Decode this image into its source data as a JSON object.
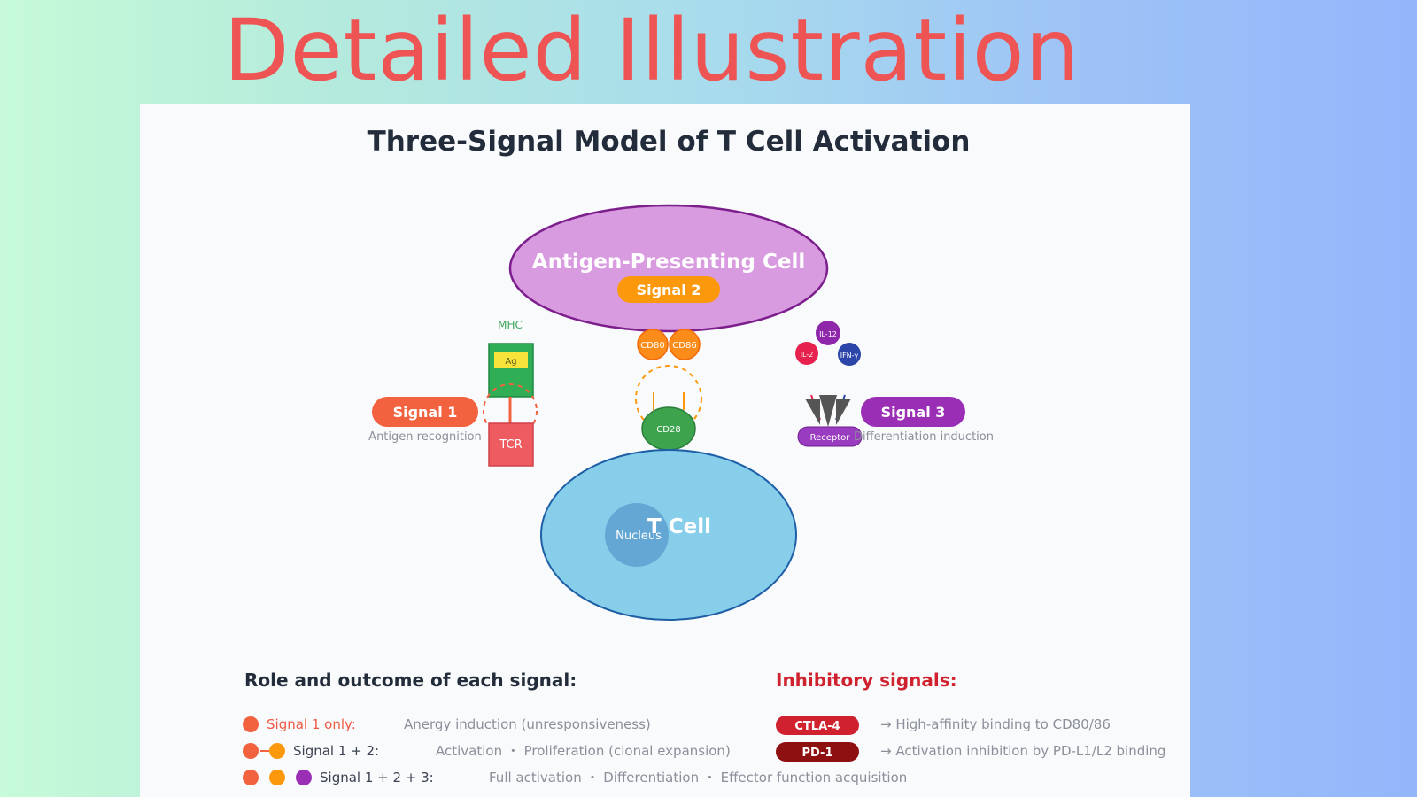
{
  "banner": {
    "title": "Detailed Illustration"
  },
  "diagram": {
    "title": "Three-Signal Model of T Cell Activation",
    "apc": {
      "label": "Antigen-Presenting Cell"
    },
    "tcell": {
      "label": "T Cell",
      "nucleus_label": "Nucleus"
    },
    "mhc": {
      "label": "MHC",
      "antigen_label": "Ag"
    },
    "tcr": {
      "label": "TCR"
    },
    "cd80": {
      "label": "CD80"
    },
    "cd86": {
      "label": "CD86"
    },
    "cd28": {
      "label": "CD28"
    },
    "cytokines": [
      {
        "label": "IL-12"
      },
      {
        "label": "IL-2"
      },
      {
        "label": "IFN-γ"
      }
    ],
    "receptor": {
      "label": "Receptor"
    },
    "signal1": {
      "label": "Signal 1",
      "caption": "Antigen recognition"
    },
    "signal2": {
      "label": "Signal 2"
    },
    "signal3": {
      "label": "Signal 3",
      "caption": "Differentiation induction"
    }
  },
  "colors": {
    "signal1": "#f2623f",
    "signal2": "#fb980c",
    "signal3": "#9a2fb6",
    "apc_fill": "#d89be0",
    "apc_stroke": "#7c1f8c",
    "tcell_fill": "#87ceeb",
    "tcell_stroke": "#1e5fa6",
    "mhc": "#2fae56",
    "tcr": "#ee5b61",
    "cd28": "#3da34d",
    "inhibitory": "#d0222e"
  },
  "legend": {
    "outcomes_heading": "Role and outcome of each signal:",
    "outcomes": [
      {
        "label": "Signal 1 only:",
        "desc": "Anergy induction (unresponsiveness)"
      },
      {
        "label": "Signal 1 + 2:",
        "desc": "Activation ・ Proliferation (clonal expansion)"
      },
      {
        "label": "Signal 1 + 2 + 3:",
        "desc": "Full activation ・ Differentiation ・ Effector function acquisition"
      }
    ],
    "inhibitory_heading": "Inhibitory signals:",
    "inhibitory": [
      {
        "badge": "CTLA-4",
        "desc": "→ High-affinity binding to CD80/86"
      },
      {
        "badge": "PD-1",
        "desc": "→ Activation inhibition by PD-L1/L2 binding"
      }
    ]
  }
}
